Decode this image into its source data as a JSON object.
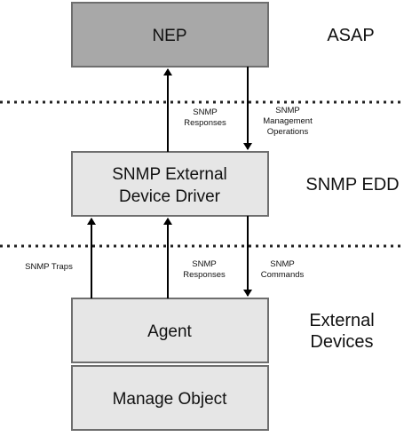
{
  "boxes": {
    "nep": "NEP",
    "edd_line1": "SNMP External",
    "edd_line2": "Device Driver",
    "agent": "Agent",
    "manage_object": "Manage Object"
  },
  "layers": {
    "asap": "ASAP",
    "snmp_edd": "SNMP EDD",
    "external_line1": "External",
    "external_line2": "Devices"
  },
  "arrows": {
    "snmp_responses_top_1": "SNMP",
    "snmp_responses_top_2": "Responses",
    "mgmt_ops_1": "SNMP",
    "mgmt_ops_2": "Management",
    "mgmt_ops_3": "Operations",
    "snmp_traps": "SNMP Traps",
    "snmp_responses_bottom_1": "SNMP",
    "snmp_responses_bottom_2": "Responses",
    "snmp_commands_1": "SNMP",
    "snmp_commands_2": "Commands"
  },
  "colors": {
    "nep_fill": "#a8a8a8",
    "box_fill": "#e6e6e6",
    "stroke": "#6e6e6e",
    "line": "#000000"
  }
}
